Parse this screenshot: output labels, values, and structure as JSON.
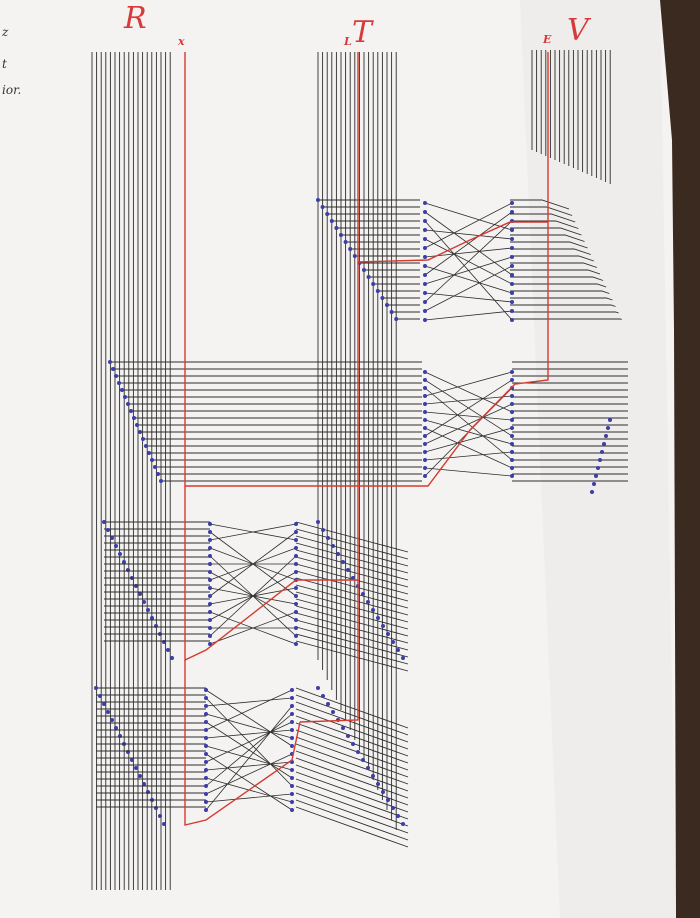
{
  "labels": {
    "r": "R",
    "t": "T",
    "v": "V",
    "x": "x",
    "l": "L",
    "e": "E"
  },
  "margin_notes": [
    "z",
    "t",
    "ior."
  ],
  "colors": {
    "ink_lines": "#2c2c2c",
    "signal_path": "#d63a2f",
    "node_dots": "#3b3fa6",
    "paper": "#f4f3f1",
    "table": "#3a2a20",
    "label_red": "#d83a3a"
  }
}
